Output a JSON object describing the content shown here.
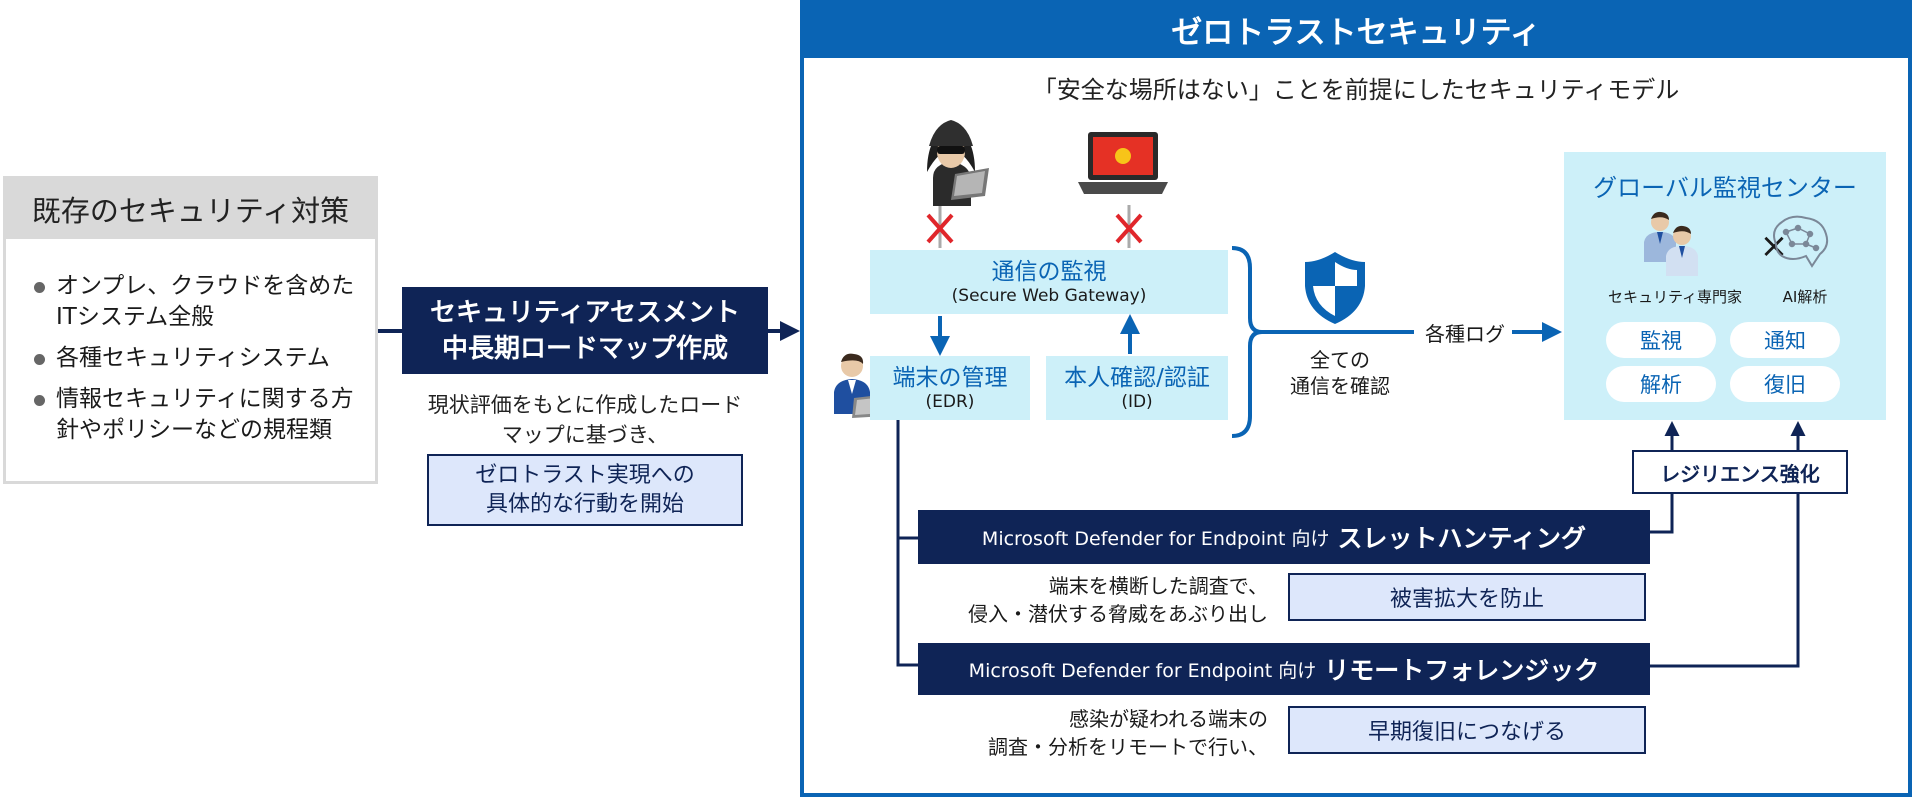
{
  "existing": {
    "title": "既存のセキュリティ対策",
    "items": [
      "オンプレ、クラウドを含めたITシステム全般",
      "各種セキュリティシステム",
      "情報セキュリティに関する方針やポリシーなどの規程類"
    ]
  },
  "assessment": {
    "title_line1": "セキュリティアセスメント",
    "title_line2": "中長期ロードマップ作成",
    "note_line1": "現状評価をもとに作成したロード",
    "note_line2": "マップに基づき、",
    "action_line1": "ゼロトラスト実現への",
    "action_line2": "具体的な行動を開始"
  },
  "zero_trust": {
    "title": "ゼロトラストセキュリティ",
    "subtitle": "「安全な場所はない」ことを前提にしたセキュリティモデル",
    "comm_monitor": {
      "title": "通信の監視",
      "sub": "(Secure Web Gateway)"
    },
    "endpoint": {
      "title": "端末の管理",
      "sub": "(EDR)"
    },
    "identity": {
      "title": "本人確認/認証",
      "sub": "(ID)"
    },
    "all_comm_line1": "全ての",
    "all_comm_line2": "通信を確認",
    "logs_label": "各種ログ"
  },
  "gmc": {
    "title": "グローバル監視センター",
    "expert_label": "セキュリティ専門家",
    "times": "×",
    "ai_label": "AI解析",
    "pills": [
      "監視",
      "通知",
      "解析",
      "復旧"
    ]
  },
  "resilience": "レジリエンス強化",
  "threat_hunting": {
    "prefix": "Microsoft Defender for Endpoint 向け",
    "title": "スレットハンティング",
    "desc_line1": "端末を横断した調査で、",
    "desc_line2": "侵入・潜伏する脅威をあぶり出し",
    "result": "被害拡大を防止"
  },
  "forensics": {
    "prefix": "Microsoft Defender for Endpoint 向け",
    "title": "リモートフォレンジック",
    "desc_line1": "感染が疑われる端末の",
    "desc_line2": "調査・分析をリモートで行い、",
    "result": "早期復旧につなげる"
  },
  "colors": {
    "navy": "#0f2456",
    "blue": "#0a64b4",
    "light_cyan": "#cdf0f9",
    "light_blue": "#dde7fb",
    "gray": "#d9d9d9",
    "red_x": "#e0262b"
  }
}
